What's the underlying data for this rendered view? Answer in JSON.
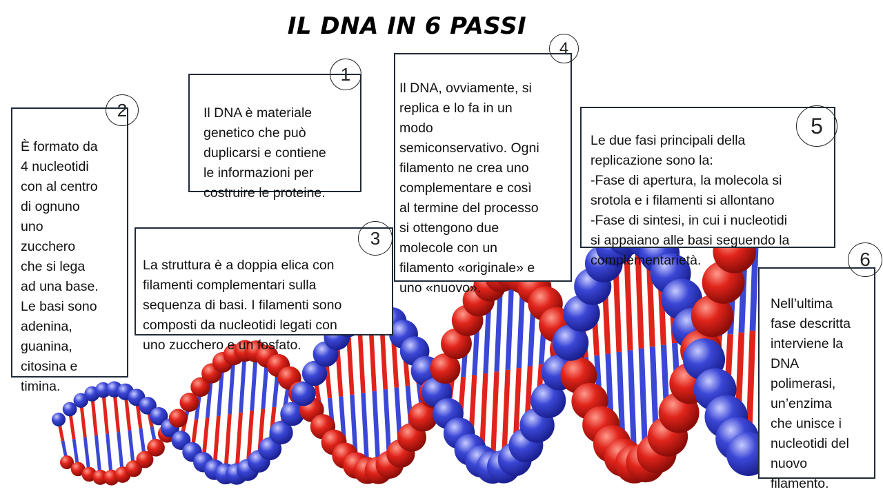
{
  "title": "IL DNA IN 6 PASSI",
  "steps": [
    {
      "number": "1",
      "text": "Il DNA è materiale\ngenetico che può\nduplicarsi e contiene\nle informazioni per\ncostruire le proteine."
    },
    {
      "number": "2",
      "text": "È formato da\n4 nucleotidi\ncon al centro\ndi ognuno\nuno\nzucchero\nche si lega\nad una base.\nLe basi sono\nadenina,\nguanina,\ncitosina e\ntimina."
    },
    {
      "number": "3",
      "text": "La struttura è a doppia elica con\nfilamenti complementari sulla\nsequenza di basi. I filamenti sono\ncomposti da nucleotidi legati con\nuno zucchero e un fosfato."
    },
    {
      "number": "4",
      "text": "Il DNA, ovviamente, si\nreplica e lo fa in un\nmodo\nsemiconservativo. Ogni\nfilamento ne crea uno\ncomplementare e così\nal termine del processo\nsi ottengono due\nmolecole con un\nfilamento «originale» e\nuno «nuovo»."
    },
    {
      "number": "5",
      "text": "Le due fasi principali della\nreplicazione sono la:\n-Fase di apertura, la molecola si\nsrotola e i filamenti si allontano\n-Fase di sintesi, in cui i nucleotidi\nsi appaiano alle basi seguendo la\ncomplementarietà."
    },
    {
      "number": "6",
      "text": "Nell’ultima\nfase descritta\ninterviene la\nDNA\npolimerasi,\nun’enzima\nche unisce i\nnucleotidi del\nnuovo\nfilamento."
    }
  ],
  "colors": {
    "strand_red": "#e0241b",
    "strand_blue": "#3b47d6",
    "border": "#1f2a38"
  }
}
